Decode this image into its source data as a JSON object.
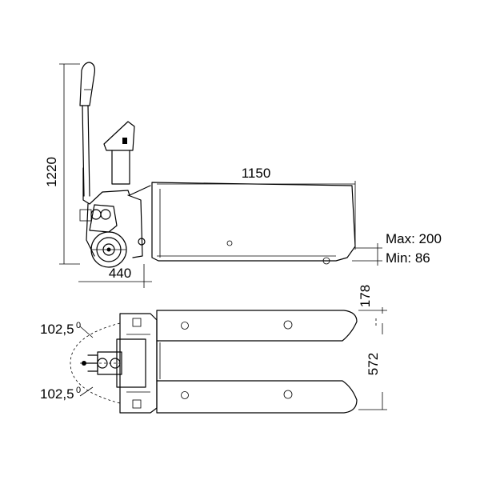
{
  "side_view": {
    "height_label": "1220",
    "length_label": "1150",
    "max_label": "Max: 200",
    "min_label": "Min: 86",
    "wheelbase_label": "440"
  },
  "top_view": {
    "angle_top_label": "102,5",
    "angle_bottom_label": "102,5",
    "angle_unit": "0",
    "fork_gap_label": "178",
    "fork_width_label": "572"
  }
}
